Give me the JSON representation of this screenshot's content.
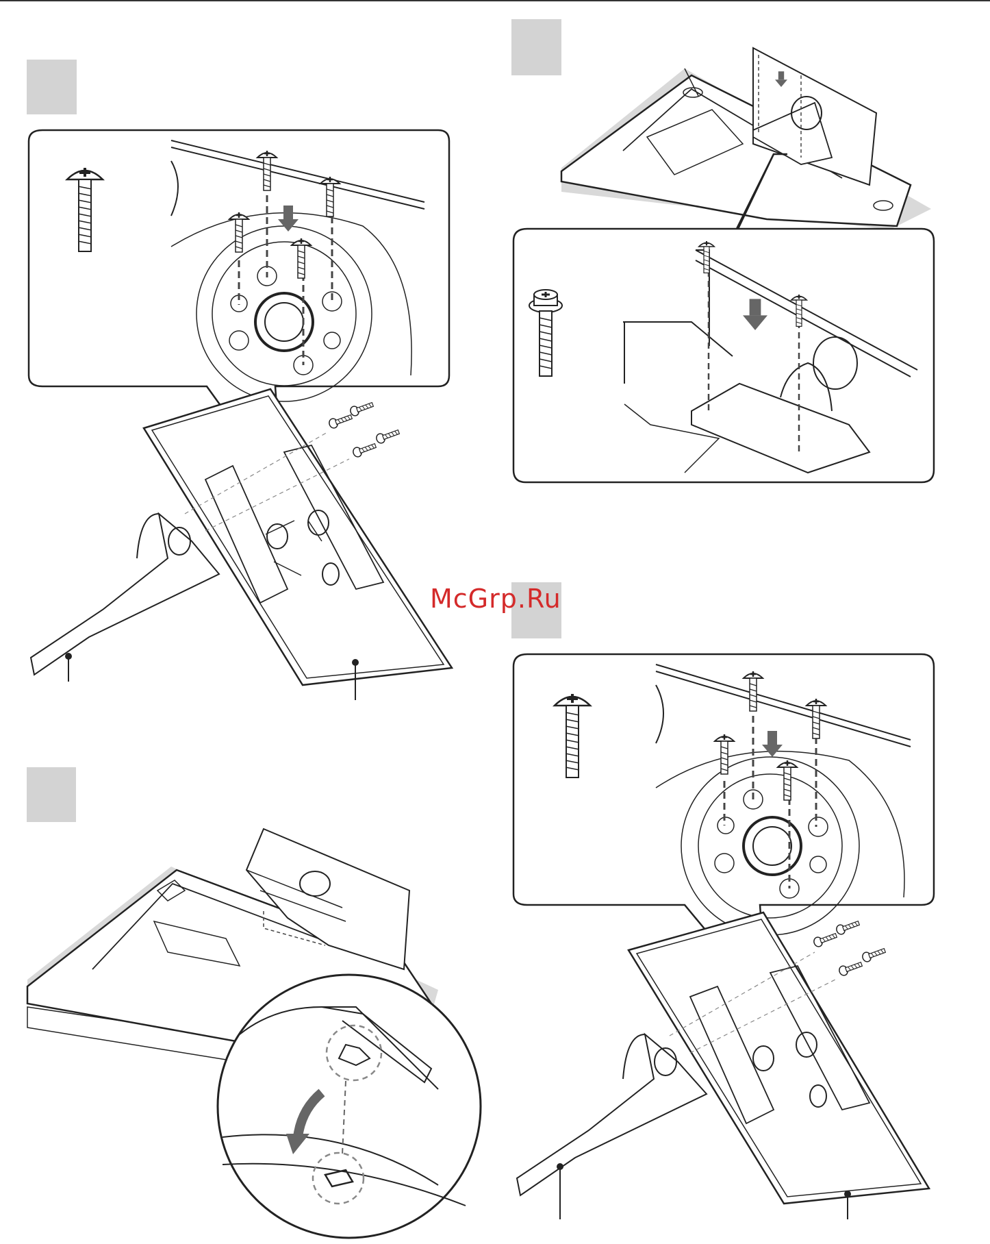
{
  "watermark": {
    "text": "McGrp.Ru",
    "color": "#d42a2a"
  },
  "colors": {
    "line": "#222222",
    "panel": "#ffffff",
    "step_box": "#d3d3d3",
    "shadow": "#d9d9d9",
    "arrow": "#666666"
  },
  "steps": [
    {
      "id": "step-1",
      "label": ""
    },
    {
      "id": "step-2",
      "label": ""
    },
    {
      "id": "step-3",
      "label": ""
    },
    {
      "id": "step-4",
      "label": ""
    }
  ],
  "icons": [
    "screw-icon",
    "down-arrow-icon",
    "curved-arrow-icon"
  ]
}
